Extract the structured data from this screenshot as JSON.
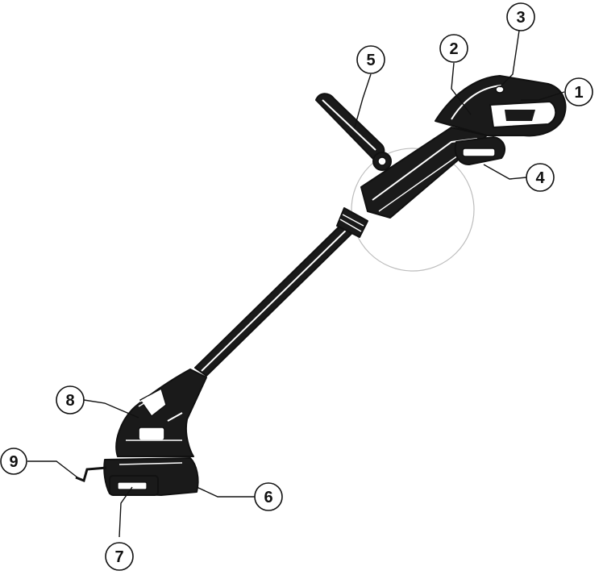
{
  "colors": {
    "ink": "#111111",
    "paper": "#ffffff",
    "guard_circle": "#bdbdbd"
  },
  "callouts": {
    "c1": "1",
    "c2": "2",
    "c3": "3",
    "c4": "4",
    "c5": "5",
    "c6": "6",
    "c7": "7",
    "c8": "8",
    "c9": "9"
  }
}
